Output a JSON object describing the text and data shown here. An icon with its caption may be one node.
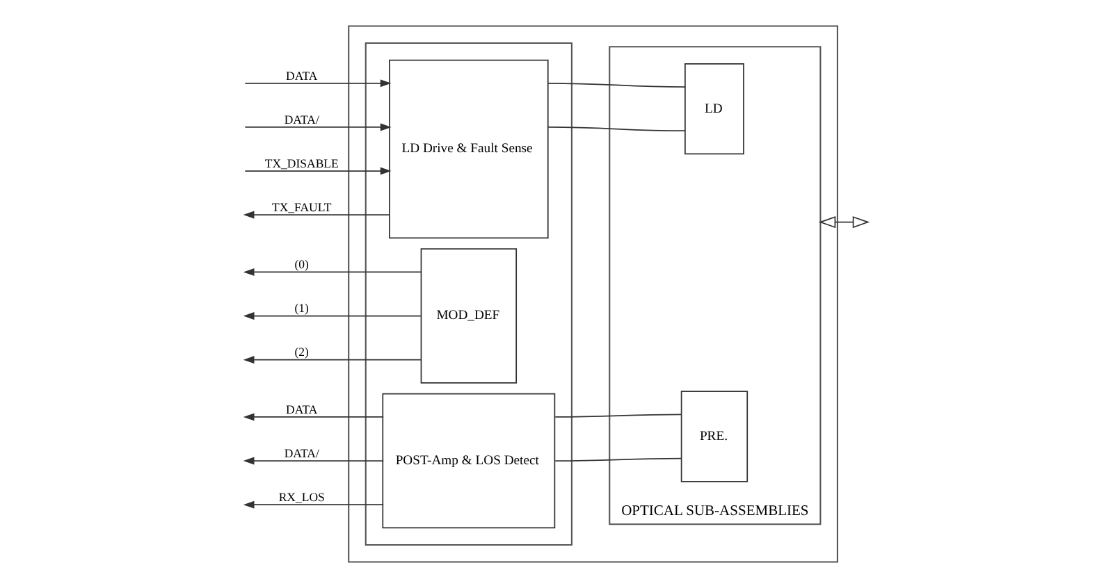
{
  "diagram": {
    "nodes": [
      {
        "text": [],
        "shape": "box"
      },
      {
        "text": [],
        "shape": "box",
        "in": 0
      },
      {
        "text": [
          "LD Drive & Fault Sense"
        ],
        "in": 1
      },
      {
        "text": [
          "MOD_DEF"
        ],
        "in": 1
      },
      {
        "text": [
          "POST-Amp & LOS Detect"
        ],
        "in": 1
      },
      {
        "text": [
          "OPTICAL SUB-ASSEMBLIES"
        ],
        "in": 0
      },
      {
        "text": [
          "LD"
        ],
        "in": 5
      },
      {
        "text": [
          "PRE."
        ],
        "in": 5
      }
    ],
    "edges": [
      {
        "from": null,
        "to": 2,
        "arrow": "to",
        "label": "DATA"
      },
      {
        "from": null,
        "to": 2,
        "arrow": "to",
        "label": "DATA/"
      },
      {
        "from": null,
        "to": 2,
        "arrow": "to",
        "label": "TX_DISABLE"
      },
      {
        "from": 2,
        "to": null,
        "arrow": "to",
        "label": "TX_FAULT"
      },
      {
        "from": 3,
        "to": null,
        "arrow": "to",
        "label": "(0)"
      },
      {
        "from": 3,
        "to": null,
        "arrow": "to",
        "label": "(1)"
      },
      {
        "from": 3,
        "to": null,
        "arrow": "to",
        "label": "(2)"
      },
      {
        "from": 4,
        "to": null,
        "arrow": "to",
        "label": "DATA"
      },
      {
        "from": 4,
        "to": null,
        "arrow": "to",
        "label": "DATA/"
      },
      {
        "from": 4,
        "to": null,
        "arrow": "to",
        "label": "RX_LOS"
      },
      {
        "from": 2,
        "to": 6,
        "arrow": "none"
      },
      {
        "from": 2,
        "to": 6,
        "arrow": "none"
      },
      {
        "from": 4,
        "to": 7,
        "arrow": "none"
      },
      {
        "from": 4,
        "to": 7,
        "arrow": "none"
      },
      {
        "from": 5,
        "to": null,
        "arrow": "both"
      }
    ]
  }
}
